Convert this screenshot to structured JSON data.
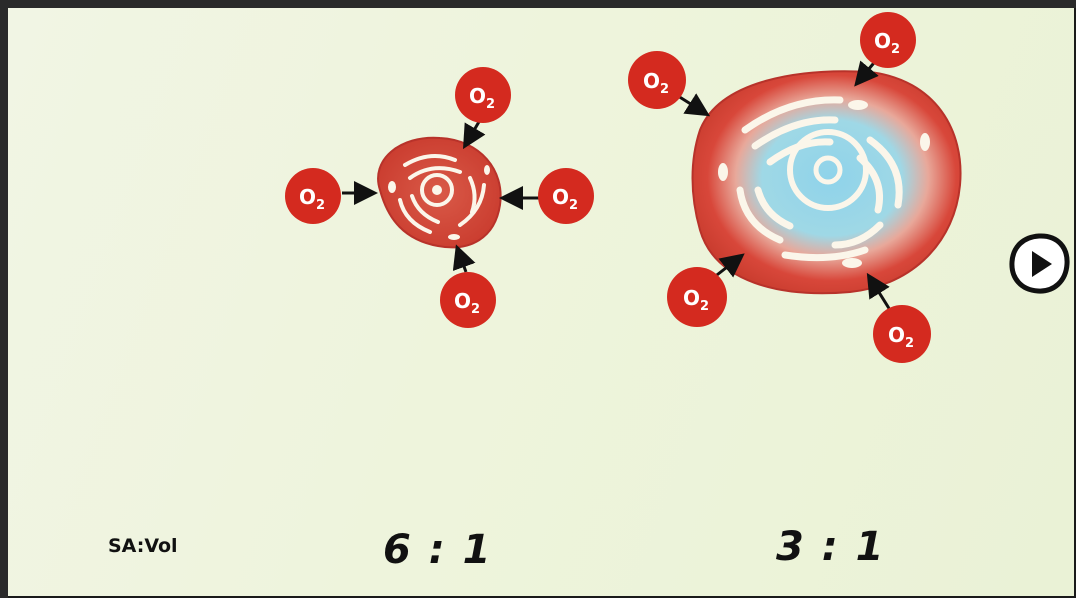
{
  "labels": {
    "sa_vol": "SA:Vol",
    "ratio_small": "6 : 1",
    "ratio_large": "3 : 1"
  },
  "molecule_label": "O",
  "molecule_subscript": "2",
  "controls": {
    "play_icon": "play-icon"
  },
  "colors": {
    "background": "#eef4dc",
    "cell_red": "#d8473a",
    "molecule_red": "#d42a1f",
    "nucleus_blue": "#9fd8e6",
    "organelle_white": "#fbf6ea",
    "arrow": "#111111"
  }
}
